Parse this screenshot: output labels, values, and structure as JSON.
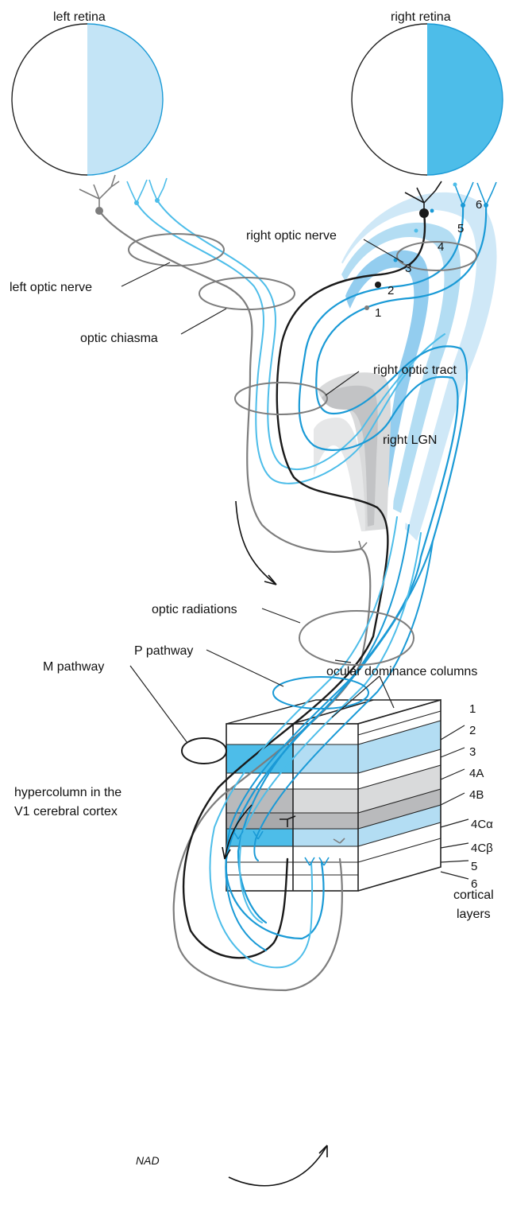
{
  "labels": {
    "left_retina": "left retina",
    "right_retina": "right retina",
    "right_optic_nerve": "right optic nerve",
    "left_optic_nerve": "left optic nerve",
    "optic_chiasma": "optic chiasma",
    "right_optic_tract": "right optic tract",
    "right_lgn": "right  LGN",
    "optic_radiations": "optic radiations",
    "p_pathway": "P pathway",
    "m_pathway": "M pathway",
    "ocular_dominance_columns": "ocular dominance columns",
    "hypercolumn_line1": "hypercolumn in the",
    "hypercolumn_line2": "V1 cerebral cortex",
    "cortical_layers_line1": "cortical",
    "cortical_layers_line2": "layers",
    "signature": "NAD"
  },
  "lgn_layers": [
    "1",
    "2",
    "3",
    "4",
    "5",
    "6"
  ],
  "cortical_layers": [
    "1",
    "2",
    "3",
    "4A",
    "4B",
    "4Cα",
    "4Cβ",
    "5",
    "6"
  ],
  "colors": {
    "dark_blue": "#1a9ad6",
    "light_blue": "#4dbde9",
    "pale_blue": "#b3ddf3",
    "paler_blue": "#d6ecf8",
    "dark_fiber": "#1a1a1a",
    "gray_fiber": "#7d7d7d",
    "gray_layer": "#b9babc",
    "light_gray_layer": "#d9dadb"
  }
}
